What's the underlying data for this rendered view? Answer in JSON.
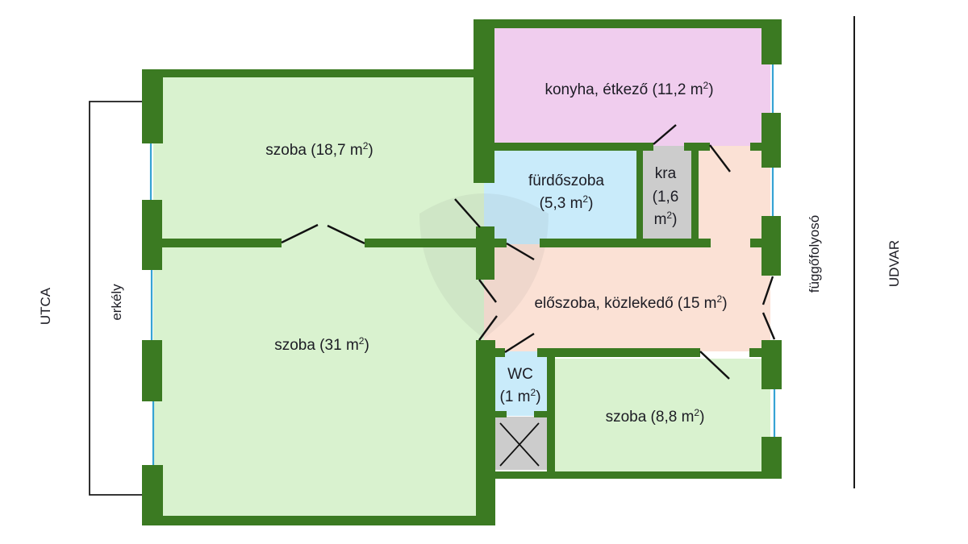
{
  "title": "Floor plan",
  "colors": {
    "wall": "#3b7a22",
    "window": "#36a3d4",
    "room_green": "#d9f2cf",
    "kitchen_pink": "#f0cdee",
    "bath_blue": "#c9ebfa",
    "hall_peach": "#fbe1d5",
    "storage_grey": "#cccccc"
  },
  "rooms": [
    {
      "id": "room-18-7",
      "name": "szoba",
      "area": "18,7",
      "unit": "m",
      "sup": "2",
      "fill": "#d9f2cf"
    },
    {
      "id": "room-31",
      "name": "szoba",
      "area": "31",
      "unit": "m",
      "sup": "2",
      "fill": "#d9f2cf"
    },
    {
      "id": "kitchen",
      "name": "konyha, étkező",
      "area": "11,2",
      "unit": "m",
      "sup": "2",
      "fill": "#f0cdee"
    },
    {
      "id": "bathroom",
      "name": "fürdőszoba",
      "area": "5,3",
      "unit": "m",
      "sup": "2",
      "fill": "#c9ebfa"
    },
    {
      "id": "pantry",
      "name": "kra",
      "area": "1,6",
      "unit": "m",
      "sup": "2",
      "fill": "#cccccc"
    },
    {
      "id": "hallway",
      "name": "előszoba, közlekedő",
      "area": "15",
      "unit": "m",
      "sup": "2",
      "fill": "#fbe1d5"
    },
    {
      "id": "wc",
      "name": "WC",
      "area": "1",
      "unit": "m",
      "sup": "2",
      "fill": "#c9ebfa"
    },
    {
      "id": "room-8-8",
      "name": "szoba",
      "area": "8,8",
      "unit": "m",
      "sup": "2",
      "fill": "#d9f2cf"
    },
    {
      "id": "shaft",
      "name": "",
      "area": "",
      "unit": "",
      "sup": "",
      "fill": "#cccccc"
    }
  ],
  "labels": {
    "street": "UTCA",
    "balcony": "erkély",
    "gallery": "függőfolyosó",
    "courtyard": "UDVAR"
  }
}
